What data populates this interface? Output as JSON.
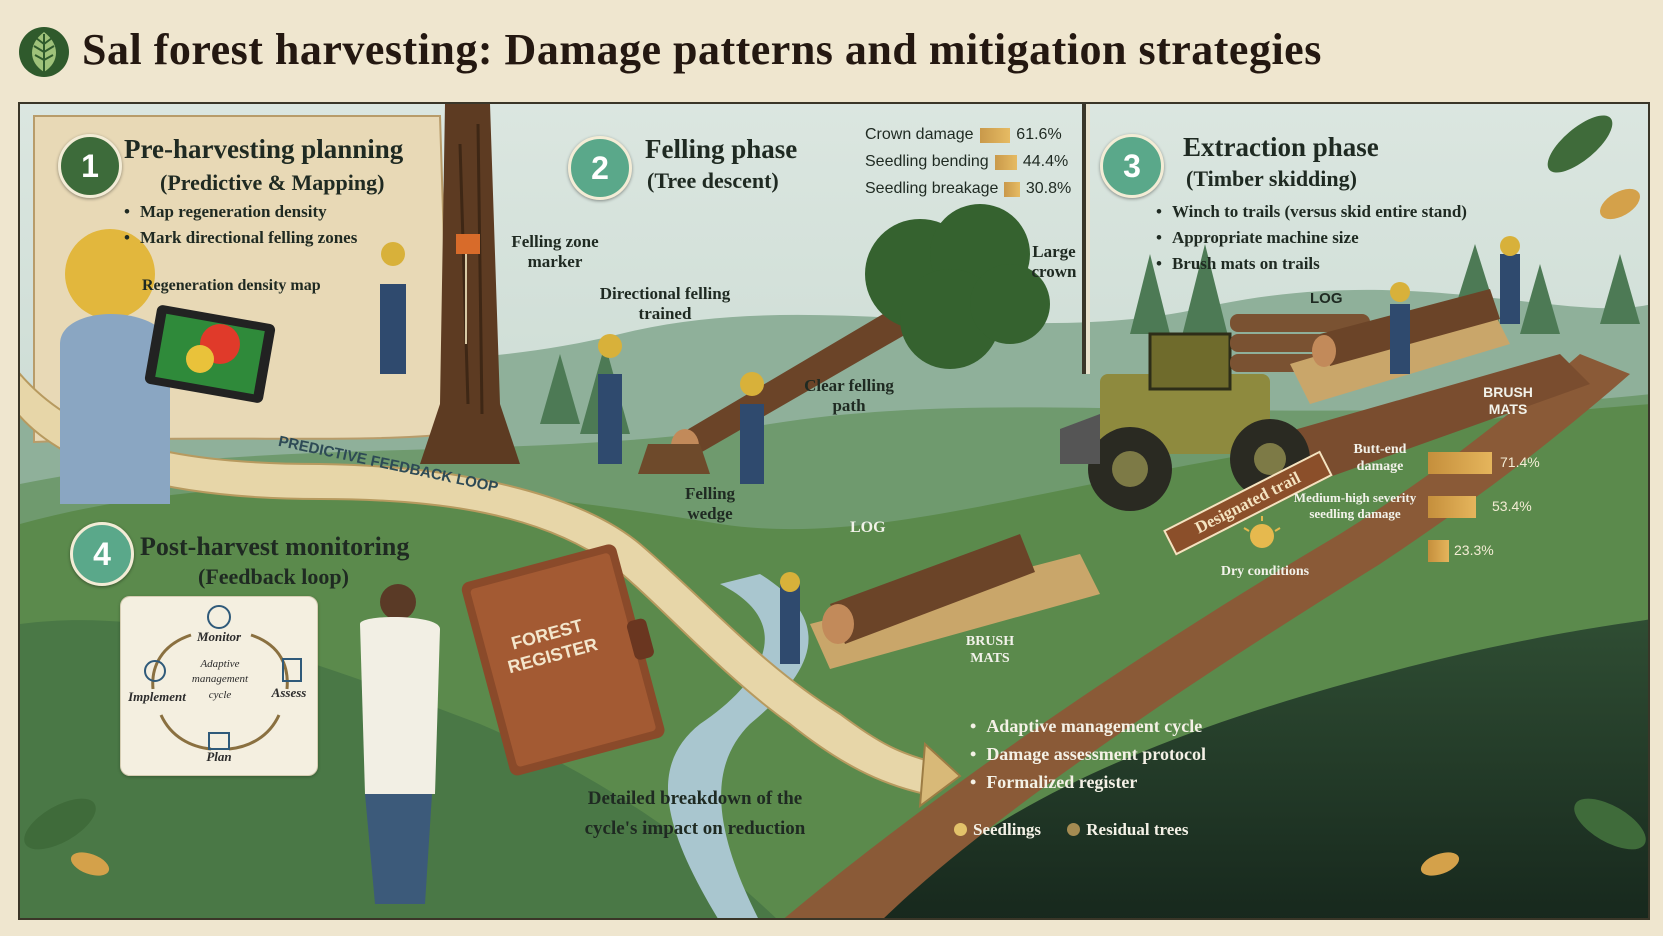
{
  "title": "Sal forest harvesting: Damage patterns and mitigation strategies",
  "phase1": {
    "number": "1",
    "title": "Pre-harvesting planning",
    "subtitle": "(Predictive & Mapping)",
    "bullets": [
      "Map regeneration density",
      "Mark directional felling zones"
    ],
    "map_label": "Regeneration density map"
  },
  "phase2": {
    "number": "2",
    "title": "Felling phase",
    "subtitle": "(Tree descent)",
    "stats": [
      {
        "label": "Crown damage",
        "value": "61.6%",
        "pct": 61.6
      },
      {
        "label": "Seedling bending",
        "value": "44.4%",
        "pct": 44.4
      },
      {
        "label": "Seedling breakage",
        "value": "30.8%",
        "pct": 30.8
      }
    ],
    "labels": {
      "felling_zone_marker": "Felling zone marker",
      "directional_felling": "Directional felling trained",
      "large_crown": "Large crown",
      "clear_felling_path": "Clear felling path",
      "felling_wedge": "Felling wedge",
      "log": "LOG",
      "brush_mats": "BRUSH MATS"
    }
  },
  "phase3": {
    "number": "3",
    "title": "Extraction phase",
    "subtitle": "(Timber skidding)",
    "bullets": [
      "Winch to trails (versus skid entire stand)",
      "Appropriate machine size",
      "Brush mats on trails"
    ],
    "labels": {
      "log": "LOG",
      "brush_mats": "BRUSH MATS",
      "designated_trail": "Designated trail",
      "dry_conditions": "Dry conditions"
    },
    "stats": [
      {
        "label": "Butt-end damage",
        "value": "71.4%",
        "pct": 71.4
      },
      {
        "label": "Medium-high severity seedling damage",
        "value": "53.4%",
        "pct": 53.4
      },
      {
        "label": "",
        "value": "23.3%",
        "pct": 23.3
      }
    ]
  },
  "phase4": {
    "number": "4",
    "title": "Post-harvest monitoring",
    "subtitle": "(Feedback loop)",
    "cycle": {
      "monitor": "Monitor",
      "assess": "Assess",
      "plan": "Plan",
      "implement": "Implement",
      "center": "Adaptive management cycle"
    },
    "book_title": "FOREST REGISTER",
    "breakdown": "Detailed breakdown of the cycle's impact on reduction"
  },
  "feedback_loop": "PREDICTIVE FEEDBACK LOOP",
  "summary_bullets": [
    "Adaptive management cycle",
    "Damage assessment protocol",
    "Formalized register"
  ],
  "legend": [
    {
      "label": "Seedlings",
      "color": "#e3c26a"
    },
    {
      "label": "Residual trees",
      "color": "#a58b52"
    }
  ],
  "colors": {
    "step1": "#3d6b3a",
    "step2": "#5aa88a",
    "step3": "#5aa88a",
    "step4": "#5aa88a",
    "accent_bar": "#d9a94f"
  }
}
